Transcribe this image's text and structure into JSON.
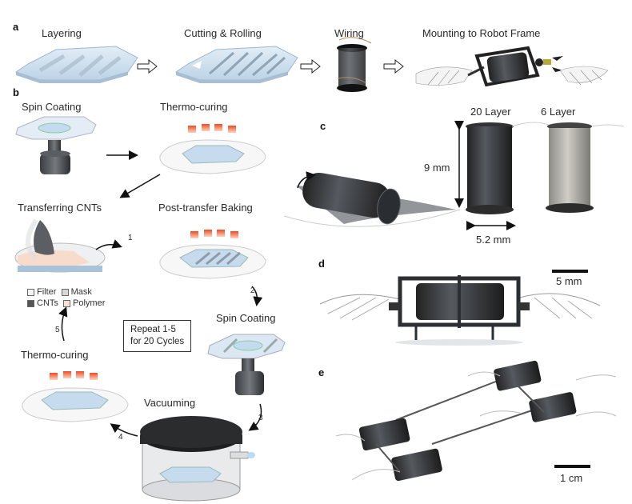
{
  "panels": {
    "a": {
      "letter": "a",
      "steps": [
        "Layering",
        "Cutting & Rolling",
        "Wiring",
        "Mounting to Robot Frame"
      ]
    },
    "b": {
      "letter": "b",
      "steps": {
        "spin_coating_1": "Spin Coating",
        "thermo_curing_1": "Thermo-curing",
        "transferring": "Transferring CNTs",
        "post_transfer": "Post-transfer Baking",
        "spin_coating_2": "Spin Coating",
        "vacuuming": "Vacuuming",
        "thermo_curing_2": "Thermo-curing"
      },
      "cycle_arrows": [
        "1",
        "2",
        "3",
        "4",
        "5"
      ],
      "repeat_note": [
        "Repeat 1-5",
        "for 20 Cycles"
      ],
      "legend": [
        {
          "label": "Filter",
          "color": "#f4f4f4"
        },
        {
          "label": "Mask",
          "color": "#d8d8d8"
        },
        {
          "label": "CNTs",
          "color": "#555555"
        },
        {
          "label": "Polymer",
          "color": "#f7e2d6"
        }
      ]
    },
    "c": {
      "letter": "c",
      "labels": [
        "20 Layer",
        "6 Layer"
      ],
      "height_dim": "9 mm",
      "width_dim": "5.2 mm"
    },
    "d": {
      "letter": "d",
      "scale_bar": "5 mm"
    },
    "e": {
      "letter": "e",
      "scale_bar": "1 cm"
    }
  },
  "colors": {
    "substrate": "#cfe0ee",
    "heater": "#f26a3a",
    "dark": "#2f3338",
    "actuator_6layer": "#b9b6ae"
  }
}
